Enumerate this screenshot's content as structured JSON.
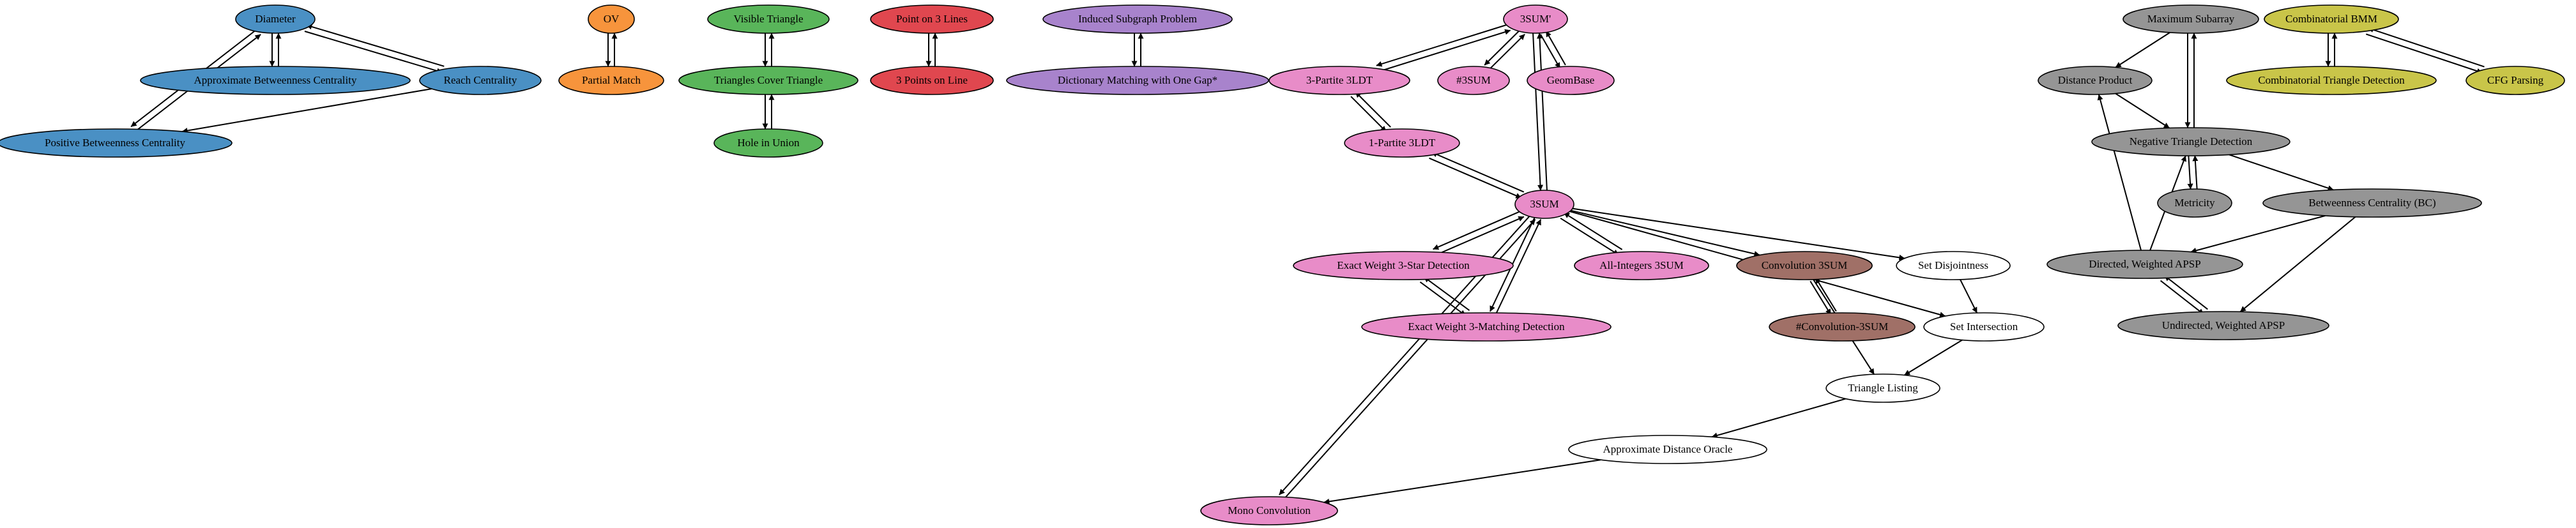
{
  "colors": {
    "blue": "#4a90c4",
    "orange": "#f7943c",
    "green": "#59b55a",
    "red": "#e0474f",
    "purple": "#a883cc",
    "pink": "#e88cc8",
    "brown": "#a07067",
    "white": "#ffffff",
    "gray": "#959595",
    "olive": "#c9c549"
  },
  "nodes": [
    {
      "id": "diameter",
      "label": "Diameter",
      "color": "blue"
    },
    {
      "id": "approx_bc",
      "label": "Approximate Betweenness Centrality",
      "color": "blue"
    },
    {
      "id": "reach",
      "label": "Reach Centrality",
      "color": "blue"
    },
    {
      "id": "pos_bc",
      "label": "Positive Betweenness Centrality",
      "color": "blue"
    },
    {
      "id": "ov",
      "label": "OV",
      "color": "orange"
    },
    {
      "id": "partial_match",
      "label": "Partial Match",
      "color": "orange"
    },
    {
      "id": "visible_tri",
      "label": "Visible Triangle",
      "color": "green"
    },
    {
      "id": "tri_cover",
      "label": "Triangles Cover Triangle",
      "color": "green"
    },
    {
      "id": "hole_union",
      "label": "Hole in Union",
      "color": "green"
    },
    {
      "id": "point3lines",
      "label": "Point on 3 Lines",
      "color": "red"
    },
    {
      "id": "points3line",
      "label": "3 Points on Line",
      "color": "red"
    },
    {
      "id": "induced_sub",
      "label": "Induced Subgraph Problem",
      "color": "purple"
    },
    {
      "id": "dict_match",
      "label": "Dictionary Matching with One Gap*",
      "color": "purple"
    },
    {
      "id": "sum3prime",
      "label": "3SUM'",
      "color": "pink"
    },
    {
      "id": "tripartite",
      "label": "3-Partite 3LDT",
      "color": "pink"
    },
    {
      "id": "num3sum",
      "label": "#3SUM",
      "color": "pink"
    },
    {
      "id": "geombase",
      "label": "GeomBase",
      "color": "pink"
    },
    {
      "id": "onepartite",
      "label": "1-Partite 3LDT",
      "color": "pink"
    },
    {
      "id": "sum3",
      "label": "3SUM",
      "color": "pink"
    },
    {
      "id": "ew3star",
      "label": "Exact Weight 3-Star Detection",
      "color": "pink"
    },
    {
      "id": "allint",
      "label": "All-Integers 3SUM",
      "color": "pink"
    },
    {
      "id": "ew3match",
      "label": "Exact Weight 3-Matching Detection",
      "color": "pink"
    },
    {
      "id": "conv3sum",
      "label": "Convolution 3SUM",
      "color": "brown"
    },
    {
      "id": "numconv",
      "label": "#Convolution-3SUM",
      "color": "brown"
    },
    {
      "id": "setdisj",
      "label": "Set Disjointness",
      "color": "white"
    },
    {
      "id": "setinter",
      "label": "Set Intersection",
      "color": "white"
    },
    {
      "id": "trilist",
      "label": "Triangle Listing",
      "color": "white"
    },
    {
      "id": "ado",
      "label": "Approximate Distance Oracle",
      "color": "white"
    },
    {
      "id": "monoconv",
      "label": "Mono Convolution",
      "color": "pink"
    },
    {
      "id": "maxsub",
      "label": "Maximum Subarray",
      "color": "gray"
    },
    {
      "id": "distprod",
      "label": "Distance Product",
      "color": "gray"
    },
    {
      "id": "negtri",
      "label": "Negative Triangle Detection",
      "color": "gray"
    },
    {
      "id": "metricity",
      "label": "Metricity",
      "color": "gray"
    },
    {
      "id": "bc",
      "label": "Betweenness Centrality (BC)",
      "color": "gray"
    },
    {
      "id": "dapsp",
      "label": "Directed, Weighted APSP",
      "color": "gray"
    },
    {
      "id": "uapsp",
      "label": "Undirected, Weighted APSP",
      "color": "gray"
    },
    {
      "id": "cbmm",
      "label": "Combinatorial BMM",
      "color": "olive"
    },
    {
      "id": "ctd",
      "label": "Combinatorial Triangle Detection",
      "color": "olive"
    },
    {
      "id": "cfg",
      "label": "CFG Parsing",
      "color": "olive"
    }
  ],
  "edges": [
    [
      "diameter",
      "approx_bc"
    ],
    [
      "approx_bc",
      "diameter"
    ],
    [
      "diameter",
      "reach"
    ],
    [
      "reach",
      "diameter"
    ],
    [
      "diameter",
      "pos_bc"
    ],
    [
      "pos_bc",
      "diameter"
    ],
    [
      "reach",
      "pos_bc"
    ],
    [
      "ov",
      "partial_match"
    ],
    [
      "partial_match",
      "ov"
    ],
    [
      "visible_tri",
      "tri_cover"
    ],
    [
      "tri_cover",
      "visible_tri"
    ],
    [
      "tri_cover",
      "hole_union"
    ],
    [
      "hole_union",
      "tri_cover"
    ],
    [
      "point3lines",
      "points3line"
    ],
    [
      "points3line",
      "point3lines"
    ],
    [
      "induced_sub",
      "dict_match"
    ],
    [
      "dict_match",
      "induced_sub"
    ],
    [
      "sum3prime",
      "tripartite"
    ],
    [
      "tripartite",
      "sum3prime"
    ],
    [
      "sum3prime",
      "num3sum"
    ],
    [
      "num3sum",
      "sum3prime"
    ],
    [
      "sum3prime",
      "geombase"
    ],
    [
      "geombase",
      "sum3prime"
    ],
    [
      "sum3prime",
      "sum3"
    ],
    [
      "sum3",
      "sum3prime"
    ],
    [
      "tripartite",
      "onepartite"
    ],
    [
      "onepartite",
      "tripartite"
    ],
    [
      "onepartite",
      "sum3"
    ],
    [
      "sum3",
      "onepartite"
    ],
    [
      "sum3",
      "ew3star"
    ],
    [
      "ew3star",
      "sum3"
    ],
    [
      "sum3",
      "allint"
    ],
    [
      "allint",
      "sum3"
    ],
    [
      "sum3",
      "ew3match"
    ],
    [
      "ew3match",
      "sum3"
    ],
    [
      "ew3star",
      "ew3match"
    ],
    [
      "ew3match",
      "ew3star"
    ],
    [
      "sum3",
      "conv3sum"
    ],
    [
      "sum3",
      "setdisj"
    ],
    [
      "sum3",
      "setinter"
    ],
    [
      "sum3",
      "monoconv"
    ],
    [
      "monoconv",
      "sum3"
    ],
    [
      "conv3sum",
      "numconv"
    ],
    [
      "numconv",
      "conv3sum"
    ],
    [
      "conv3sum",
      "trilist"
    ],
    [
      "setdisj",
      "setinter"
    ],
    [
      "setinter",
      "trilist"
    ],
    [
      "trilist",
      "ado"
    ],
    [
      "ado",
      "monoconv"
    ],
    [
      "maxsub",
      "distprod"
    ],
    [
      "maxsub",
      "negtri"
    ],
    [
      "negtri",
      "maxsub"
    ],
    [
      "distprod",
      "negtri"
    ],
    [
      "negtri",
      "metricity"
    ],
    [
      "metricity",
      "negtri"
    ],
    [
      "negtri",
      "bc"
    ],
    [
      "dapsp",
      "distprod"
    ],
    [
      "dapsp",
      "negtri"
    ],
    [
      "bc",
      "dapsp"
    ],
    [
      "bc",
      "uapsp"
    ],
    [
      "dapsp",
      "uapsp"
    ],
    [
      "uapsp",
      "dapsp"
    ],
    [
      "cbmm",
      "ctd"
    ],
    [
      "ctd",
      "cbmm"
    ],
    [
      "cbmm",
      "cfg"
    ],
    [
      "cfg",
      "cbmm"
    ]
  ]
}
